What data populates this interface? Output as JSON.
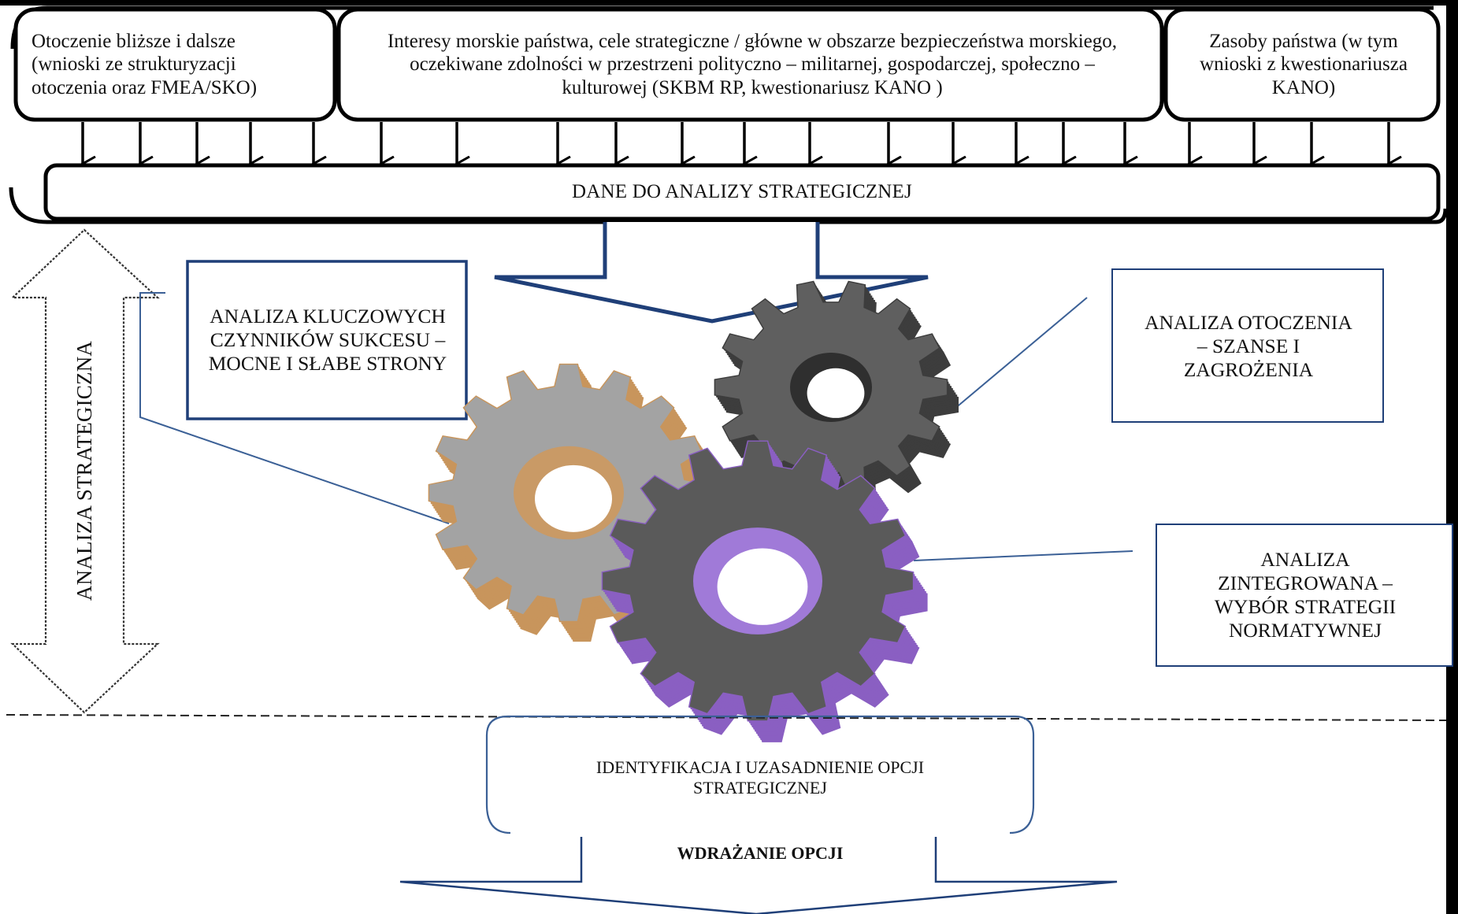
{
  "inputs": {
    "environment": "Otoczenie bliższe i dalsze (wnioski ze strukturyzacji otoczenia oraz FMEA/SKO)",
    "interests": "Interesy morskie państwa, cele strategiczne / główne w obszarze bezpieczeństwa morskiego, oczekiwane zdolności w przestrzeni polityczno – militarnej, gospodarczej, społeczno – kulturowej (SKBM RP, kwestionariusz KANO )",
    "resources": "Zasoby państwa (w tym wnioski z kwestionariusza KANO)"
  },
  "data_bar": "DANE DO ANALIZY STRATEGICZNEJ",
  "vertical_label": "ANALIZA STRATEGICZNA",
  "analyses": {
    "internal": "ANALIZA KLUCZOWYCH CZYNNIKÓW SUKCESU – MOCNE I SŁABE STRONY",
    "external": "ANALIZA OTOCZENIA – SZANSE I ZAGROŻENIA",
    "integrated": "ANALIZA ZINTEGROWANA – WYBÓR STRATEGII NORMATYWNEJ"
  },
  "identification": "IDENTYFIKACJA I UZASADNIENIE OPCJI STRATEGICZNEJ",
  "implementation": "WDRAŻANIE OPCJI",
  "colors": {
    "frame": "#000000",
    "accent_blue": "#1f3f78",
    "leader_line": "#3b6096",
    "gear_light_face": "#a3a3a3",
    "gear_light_side": "#c8955c",
    "gear_dark_face": "#5f5f5f",
    "gear_dark_side": "#3d3d3d",
    "gear_main_face": "#5a5a5a",
    "gear_main_side": "#8a5fc2"
  }
}
